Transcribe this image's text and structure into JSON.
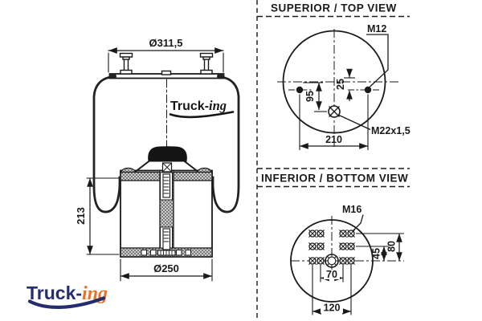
{
  "side_view": {
    "dim_top_diameter": "Ø311,5",
    "dim_height": "213",
    "dim_bottom_diameter": "Ø250",
    "watermark": {
      "part1": "Truck-",
      "part2": "ing"
    }
  },
  "top_view": {
    "title": "SUPERIOR / TOP VIEW",
    "bolt_label": "M12",
    "port_label": "M22x1,5",
    "dim_bolt_offset": "25",
    "dim_port_offset": "95",
    "dim_bolt_spacing": "210"
  },
  "bottom_view": {
    "title": "INFERIOR / BOTTOM VIEW",
    "bolt_label": "M16",
    "dim_row_offset_small": "45",
    "dim_row_offset_large": "80",
    "dim_inner_spacing": "70",
    "dim_outer_spacing": "120"
  },
  "logo": {
    "part1": "Truck-",
    "part2": "ing"
  },
  "colors": {
    "line": "#1a1a1a",
    "logo_blue": "#252e6d",
    "logo_orange": "#ec7123"
  }
}
